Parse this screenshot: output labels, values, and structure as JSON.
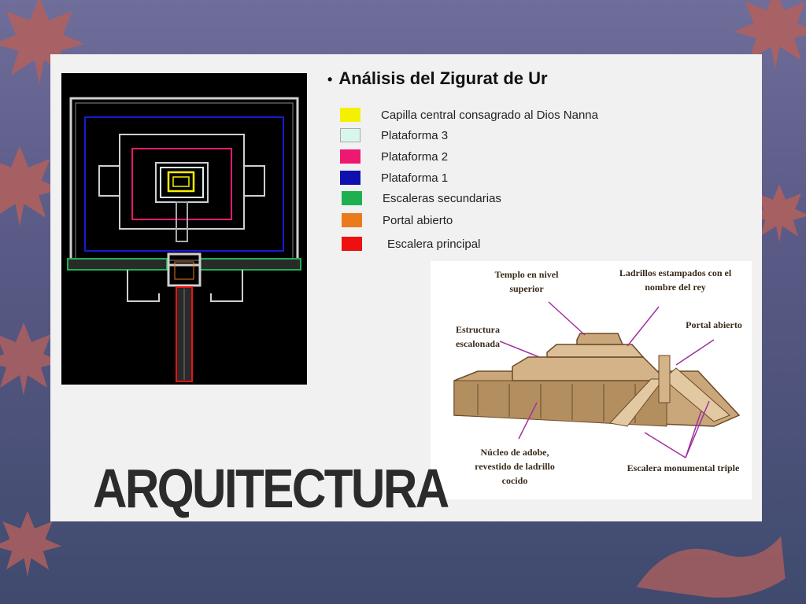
{
  "slide": {
    "title": "Análisis del Zigurat de Ur",
    "bullet": "•",
    "footer_word": "ARQUITECTURA"
  },
  "legend": [
    {
      "label": "Capilla central consagrado al Dios Nanna",
      "color": "#f5f000"
    },
    {
      "label": "Plataforma 3",
      "color": "#d9f6ec"
    },
    {
      "label": "Plataforma 2",
      "color": "#ee1870"
    },
    {
      "label": "Plataforma 1",
      "color": "#1010b0"
    },
    {
      "label": "Escaleras secundarias",
      "color": "#1eb050"
    },
    {
      "label": "Portal abierto",
      "color": "#ea7a1c"
    },
    {
      "label": "Escalera principal",
      "color": "#ee1010"
    }
  ],
  "illustration": {
    "labels": [
      "Templo en nivel superior",
      "Ladrillos estampados con el nombre del rey",
      "Estructura escalonada",
      "Portal abierto",
      "Núcleo de adobe, revestido de ladrillo cocido",
      "Escalera monumental triple"
    ]
  },
  "colors": {
    "background": "#5f5f8c",
    "leaf": "#b3605c",
    "slide": "#f1f1f1",
    "plan_background": "#000000",
    "brick": "#c9a77a",
    "arrow": "#a030a0"
  },
  "icons": [
    "maple-leaf-icon"
  ]
}
